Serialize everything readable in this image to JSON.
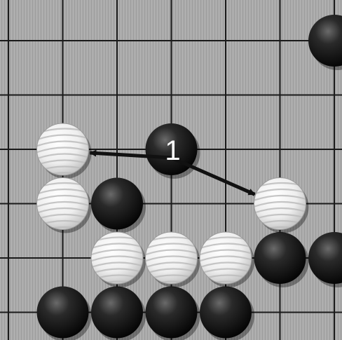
{
  "board": {
    "background": "#a8a8a8",
    "line_color": "#1a1a1a",
    "arrow_color": "#111111",
    "black_stones": [
      {
        "col": 6,
        "row": 0
      },
      {
        "col": 3,
        "row": 2
      },
      {
        "col": 2,
        "row": 3
      },
      {
        "col": 5,
        "row": 4
      },
      {
        "col": 6,
        "row": 4
      },
      {
        "col": 1,
        "row": 5
      },
      {
        "col": 2,
        "row": 5
      },
      {
        "col": 3,
        "row": 5
      },
      {
        "col": 4,
        "row": 5
      }
    ],
    "white_stones": [
      {
        "col": 1,
        "row": 2
      },
      {
        "col": 1,
        "row": 3
      },
      {
        "col": 5,
        "row": 3
      },
      {
        "col": 2,
        "row": 4
      },
      {
        "col": 3,
        "row": 4
      },
      {
        "col": 4,
        "row": 4
      }
    ],
    "move_number": "1",
    "move_stone": {
      "col": 3,
      "row": 2
    },
    "arrows": [
      {
        "from": {
          "col": 3,
          "row": 2
        },
        "to": {
          "col": 1,
          "row": 2
        }
      },
      {
        "from": {
          "col": 3,
          "row": 2
        },
        "to": {
          "col": 5,
          "row": 3
        }
      }
    ]
  }
}
